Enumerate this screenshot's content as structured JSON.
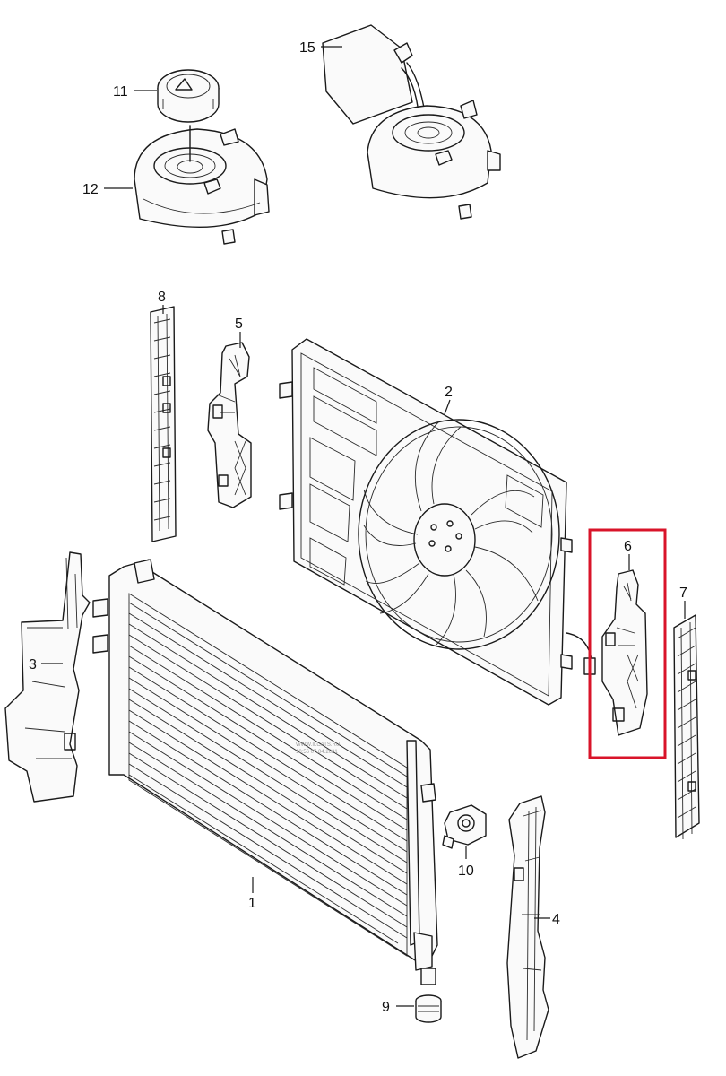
{
  "callouts": {
    "c1": "1",
    "c2": "2",
    "c3": "3",
    "c4": "4",
    "c5": "5",
    "c6": "6",
    "c7": "7",
    "c8": "8",
    "c9": "9",
    "c10": "10",
    "c11": "11",
    "c12": "12",
    "c15": "15"
  },
  "watermark": {
    "line1": "WWW.ILCATS.RU",
    "line2": "10:56 07.04.2021"
  },
  "highlight": {
    "part": "6",
    "color": "#d9142a"
  }
}
